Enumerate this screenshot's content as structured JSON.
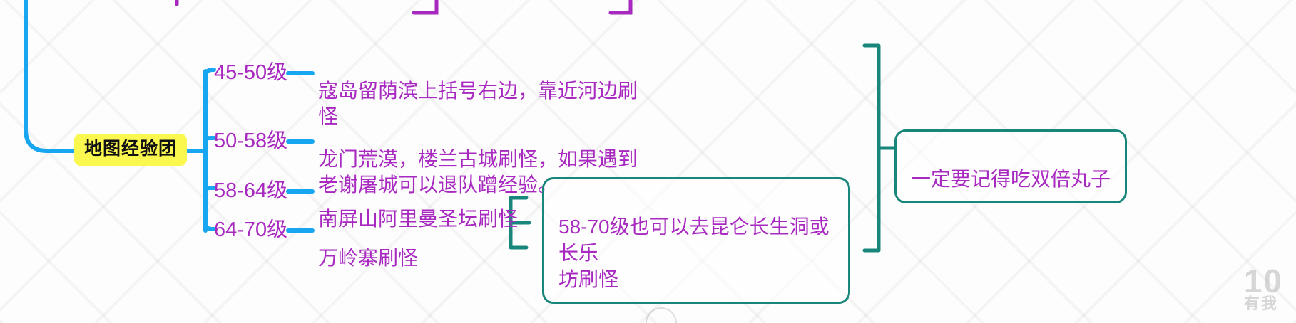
{
  "diagram": {
    "type": "mindmap",
    "root": {
      "label": "地图经验团"
    },
    "branches": [
      {
        "level": "45-50级",
        "detail": "寇岛留荫滨上括号右边，靠近河边刷\n怪"
      },
      {
        "level": "50-58级",
        "detail": "龙门荒漠，楼兰古城刷怪，如果遇到\n老谢屠城可以退队蹭经验。"
      },
      {
        "level": "58-64级",
        "detail": "南屏山阿里曼圣坛刷怪"
      },
      {
        "level": "64-70级",
        "detail": "万岭寨刷怪"
      }
    ],
    "notes": [
      {
        "id": "note-kunlun",
        "text": "58-70级也可以去昆仑长生洞或长乐\n坊刷怪"
      },
      {
        "id": "note-double-pill",
        "text": "一定要记得吃双倍丸子"
      }
    ],
    "watermark": {
      "main": "10",
      "sub": "有我"
    },
    "colors": {
      "root_fill": "#faf84f",
      "branch_line": "#17a6ef",
      "text_purple": "#a829c0",
      "note_border": "#18867a"
    }
  }
}
